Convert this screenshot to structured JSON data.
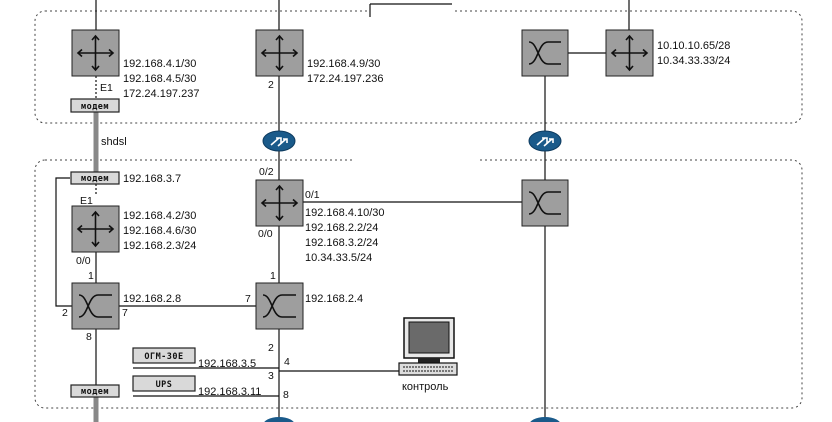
{
  "upper_zone": {
    "router_a": {
      "ips": [
        "192.168.4.1/30",
        "192.168.4.5/30",
        "172.24.197.237"
      ],
      "port_e1": "E1"
    },
    "router_b": {
      "ips": [
        "192.168.4.9/30",
        "172.24.197.236"
      ],
      "port": "2"
    },
    "router_c": {
      "ips": [
        "10.10.10.65/28",
        "10.34.33.33/24"
      ]
    },
    "modem_label": "модем"
  },
  "link_label": "shdsl",
  "lower_zone": {
    "modem_top": {
      "label": "модем",
      "ip": "192.168.3.7"
    },
    "router_left": {
      "ips": [
        "192.168.4.2/30",
        "192.168.4.6/30",
        "192.168.2.3/24"
      ],
      "port_e1": "E1",
      "port_bottom": "0/0"
    },
    "router_center": {
      "ips": [
        "192.168.4.10/30",
        "192.168.2.2/24",
        "192.168.3.2/24",
        "10.34.33.5/24"
      ],
      "port_top": "0/2",
      "port_right": "0/1",
      "port_bottom": "0/0"
    },
    "switch_left": {
      "ip": "192.168.2.8",
      "port_top": "1",
      "port_left": "2",
      "port_right": "7",
      "port_bottom": "8"
    },
    "switch_center": {
      "ip": "192.168.2.4",
      "port_top": "1",
      "port_left": "7",
      "port_p2": "2",
      "port_p4": "4",
      "port_p3": "3",
      "port_p8": "8"
    },
    "ogm": {
      "label": "ОГМ-30Е",
      "ip": "192.168.3.5"
    },
    "ups": {
      "label": "UPS",
      "ip": "192.168.3.11"
    },
    "pc": {
      "label": "контроль"
    },
    "modem_bottom": {
      "label": "модем"
    }
  }
}
